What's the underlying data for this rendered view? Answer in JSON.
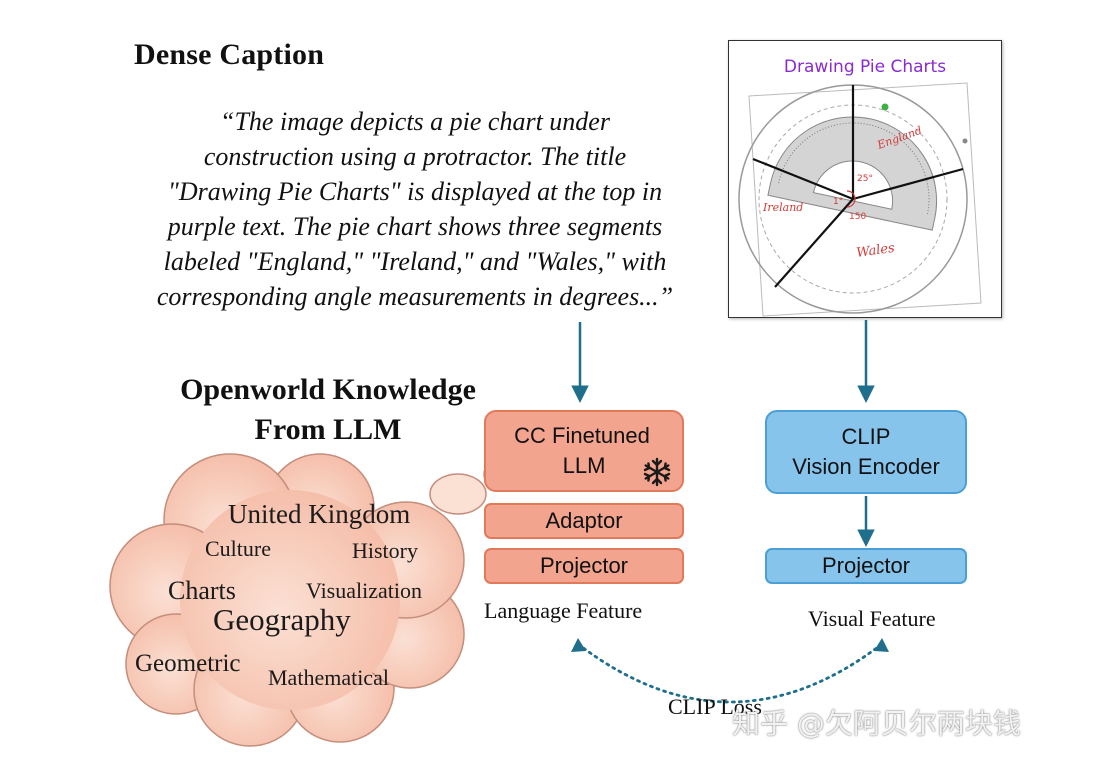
{
  "caption": {
    "title": "Dense Caption",
    "lines": [
      "“The image depicts a pie chart under",
      "construction using a protractor. The title",
      "\"Drawing Pie Charts\" is displayed at the top in",
      "purple text. The pie chart shows three segments",
      "labeled \"England,\" \"Ireland,\" and \"Wales,\" with",
      "corresponding angle measurements in degrees...”"
    ]
  },
  "knowledge": {
    "title_line1": "Openworld Knowledge",
    "title_line2": "From LLM",
    "words": {
      "united_kingdom": "United Kingdom",
      "culture": "Culture",
      "history": "History",
      "charts": "Charts",
      "visualization": "Visualization",
      "geography": "Geography",
      "geometric": "Geometric",
      "mathematical": "Mathematical"
    }
  },
  "language_branch": {
    "llm_line1": "CC Finetuned",
    "llm_line2": "LLM",
    "adaptor": "Adaptor",
    "projector": "Projector",
    "feature": "Language Feature",
    "frozen_icon": "snowflake-icon"
  },
  "vision_branch": {
    "encoder_line1": "CLIP",
    "encoder_line2": "Vision Encoder",
    "projector": "Projector",
    "feature": "Visual Feature"
  },
  "pie_image": {
    "title": "Drawing Pie Charts",
    "labels": {
      "england": "England",
      "ireland": "Ireland",
      "wales": "Wales",
      "angle_a": "25°",
      "angle_b": "150",
      "angle_c": "1°"
    }
  },
  "loss": "CLIP Loss",
  "watermark": "知乎 @欠阿贝尔两块钱",
  "colors": {
    "orange_fill": "#f3a48e",
    "orange_border": "#e07a5b",
    "blue_fill": "#86c4ec",
    "blue_border": "#4c9fd6",
    "arrow": "#1f6e8c",
    "pie_title": "#8a2bd1",
    "handwriting": "#d23a3a"
  }
}
